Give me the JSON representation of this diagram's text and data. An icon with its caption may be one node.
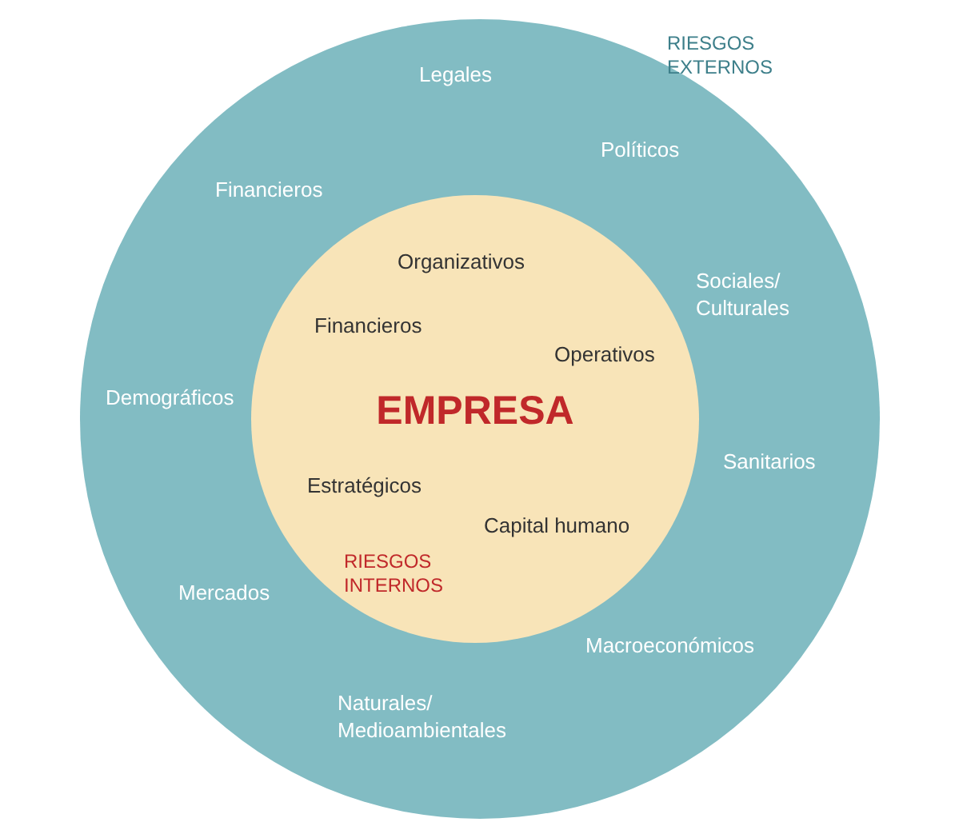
{
  "diagram": {
    "nodes": [
      {
        "text": [
          "RIESGOS EXTERNOS"
        ]
      },
      {
        "text": [
          "EMPRESA",
          "RIESGOS INTERNOS"
        ],
        "in": 0
      }
    ],
    "labels": [
      "Legales",
      "Políticos",
      "Financieros",
      "Organizativos",
      "Sociales/ Culturales",
      "Financieros",
      "Operativos",
      "Demográficos",
      "Sanitarios",
      "Estratégicos",
      "Capital humano",
      "Mercados",
      "Macroeconómicos",
      "Naturales/ Medioambientales"
    ]
  }
}
